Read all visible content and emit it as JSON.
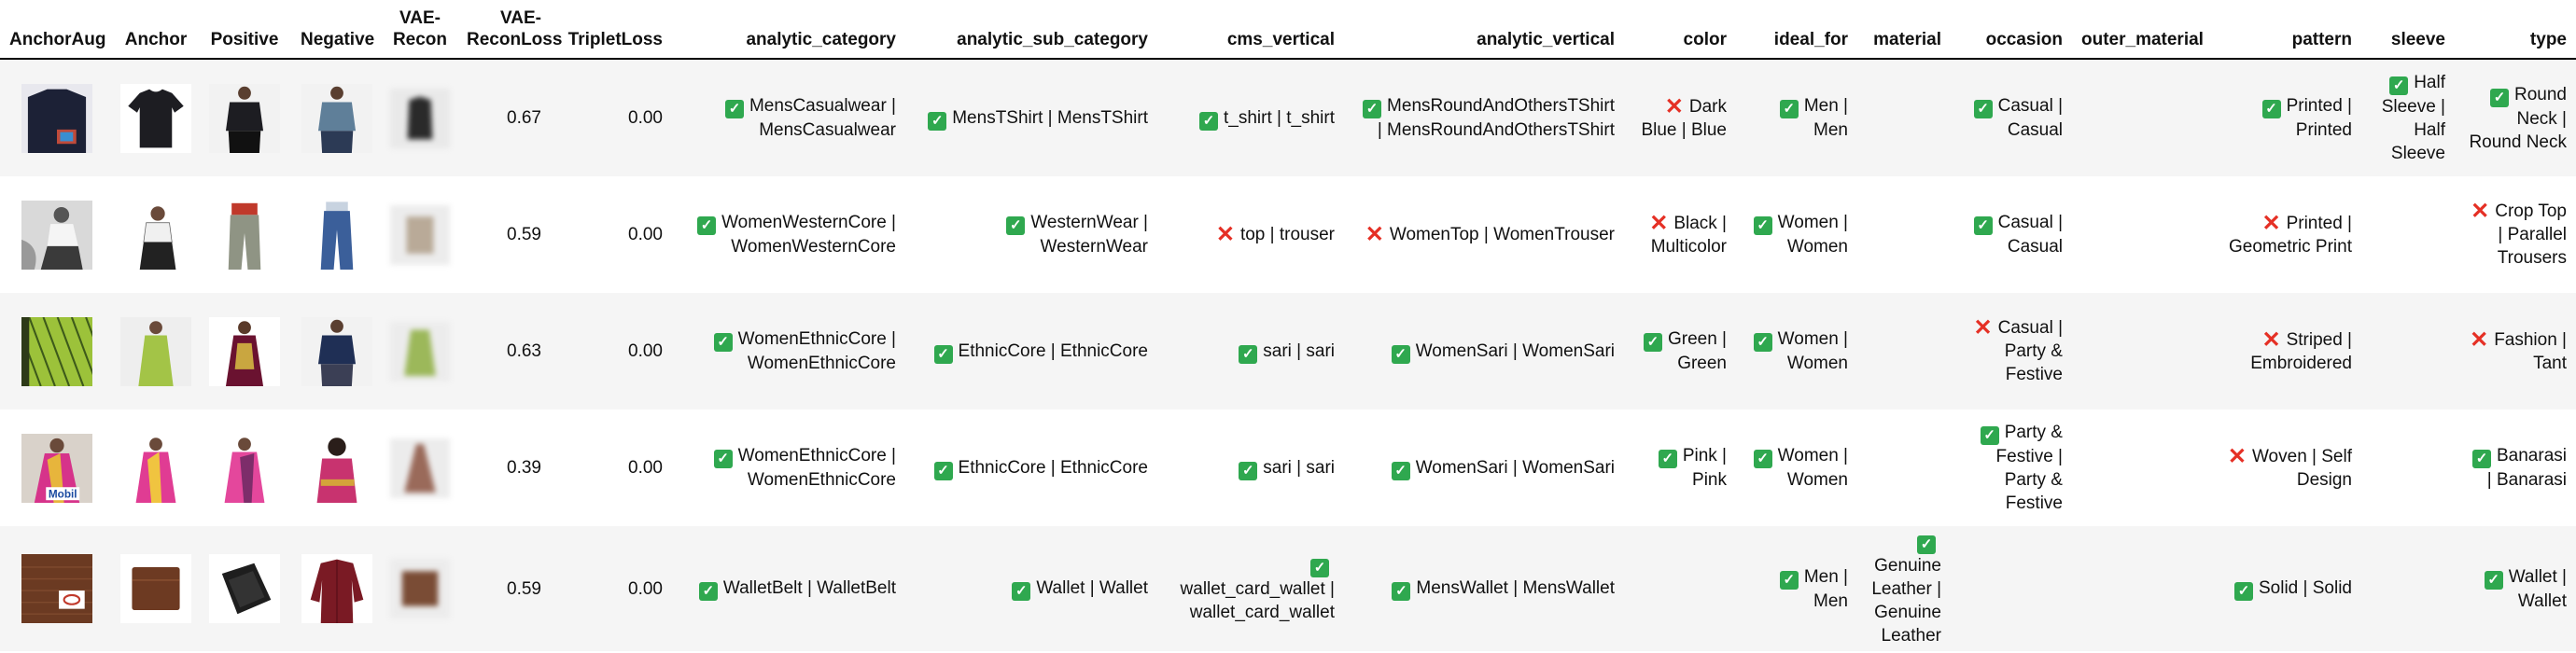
{
  "headers": [
    "AnchorAug",
    "Anchor",
    "Positive",
    "Negative",
    "VAE-Recon",
    "VAE-ReconLoss",
    "TripletLoss",
    "analytic_category",
    "analytic_sub_category",
    "cms_vertical",
    "analytic_vertical",
    "color",
    "ideal_for",
    "material",
    "occasion",
    "outer_material",
    "pattern",
    "sleeve",
    "type"
  ],
  "header_lines": {
    "vae_recon": [
      "VAE-",
      "Recon"
    ],
    "vae_recon_loss": [
      "VAE-",
      "ReconLoss"
    ]
  },
  "rows": [
    {
      "images": {
        "anchor_aug": "black-tshirt-closeup",
        "anchor": "black-tshirt",
        "positive": "black-tshirt-model",
        "negative": "gray-tshirt-model",
        "recon": "dark-tshirt-blurred"
      },
      "recon_loss": "0.67",
      "triplet_loss": "0.00",
      "analytic_category": {
        "ok": true,
        "text": "MensCasualwear | MensCasualwear"
      },
      "analytic_sub_category": {
        "ok": true,
        "text": "MensTShirt | MensTShirt"
      },
      "cms_vertical": {
        "ok": true,
        "text": "t_shirt | t_shirt"
      },
      "analytic_vertical": {
        "ok": true,
        "text": "MensRoundAndOthersTShirt | MensRoundAndOthersTShirt"
      },
      "color": {
        "ok": false,
        "text": "Dark Blue | Blue"
      },
      "ideal_for": {
        "ok": true,
        "text": "Men | Men"
      },
      "material": null,
      "occasion": {
        "ok": true,
        "text": "Casual | Casual"
      },
      "outer_material": null,
      "pattern": {
        "ok": true,
        "text": "Printed | Printed"
      },
      "sleeve": {
        "ok": true,
        "text": "Half Sleeve | Half Sleeve"
      },
      "type": {
        "ok": true,
        "text": "Round Neck | Round Neck"
      }
    },
    {
      "images": {
        "anchor_aug": "woman-bw-top",
        "anchor": "woman-top",
        "positive": "trousers",
        "negative": "jeans",
        "recon": "beige-blurred"
      },
      "recon_loss": "0.59",
      "triplet_loss": "0.00",
      "analytic_category": {
        "ok": true,
        "text": "WomenWesternCore | WomenWesternCore"
      },
      "analytic_sub_category": {
        "ok": true,
        "text": "WesternWear | WesternWear"
      },
      "cms_vertical": {
        "ok": false,
        "text": "top | trouser"
      },
      "analytic_vertical": {
        "ok": false,
        "text": "WomenTop | WomenTrouser"
      },
      "color": {
        "ok": false,
        "text": "Black | Multicolor"
      },
      "ideal_for": {
        "ok": true,
        "text": "Women | Women"
      },
      "material": null,
      "occasion": {
        "ok": true,
        "text": "Casual | Casual"
      },
      "outer_material": null,
      "pattern": {
        "ok": false,
        "text": "Printed | Geometric Print"
      },
      "sleeve": null,
      "type": {
        "ok": false,
        "text": "Crop Top | Parallel Trousers"
      }
    },
    {
      "images": {
        "anchor_aug": "green-sari-fabric",
        "anchor": "green-sari",
        "positive": "maroon-sari",
        "negative": "navy-tshirt-model",
        "recon": "green-sari-blurred"
      },
      "recon_loss": "0.63",
      "triplet_loss": "0.00",
      "analytic_category": {
        "ok": true,
        "text": "WomenEthnicCore | WomenEthnicCore"
      },
      "analytic_sub_category": {
        "ok": true,
        "text": "EthnicCore | EthnicCore"
      },
      "cms_vertical": {
        "ok": true,
        "text": "sari | sari"
      },
      "analytic_vertical": {
        "ok": true,
        "text": "WomenSari | WomenSari"
      },
      "color": {
        "ok": true,
        "text": "Green | Green"
      },
      "ideal_for": {
        "ok": true,
        "text": "Women | Women"
      },
      "material": null,
      "occasion": {
        "ok": false,
        "text": "Casual | Party & Festive"
      },
      "outer_material": null,
      "pattern": {
        "ok": false,
        "text": "Striped | Embroidered"
      },
      "sleeve": null,
      "type": {
        "ok": false,
        "text": "Fashion | Tant"
      }
    },
    {
      "images": {
        "anchor_aug": "pink-sari-model-mobil",
        "anchor": "pink-sari",
        "positive": "pink-sari-2",
        "negative": "pink-blouse-model",
        "recon": "brown-sari-blurred"
      },
      "recon_loss": "0.39",
      "triplet_loss": "0.00",
      "logo_text": "Mobil",
      "analytic_category": {
        "ok": true,
        "text": "WomenEthnicCore | WomenEthnicCore"
      },
      "analytic_sub_category": {
        "ok": true,
        "text": "EthnicCore | EthnicCore"
      },
      "cms_vertical": {
        "ok": true,
        "text": "sari | sari"
      },
      "analytic_vertical": {
        "ok": true,
        "text": "WomenSari | WomenSari"
      },
      "color": {
        "ok": true,
        "text": "Pink | Pink"
      },
      "ideal_for": {
        "ok": true,
        "text": "Women | Women"
      },
      "material": null,
      "occasion": {
        "ok": true,
        "text": "Party & Festive | Party & Festive"
      },
      "outer_material": null,
      "pattern": {
        "ok": false,
        "text": "Woven | Self Design"
      },
      "sleeve": null,
      "type": {
        "ok": true,
        "text": "Banarasi | Banarasi"
      }
    },
    {
      "images": {
        "anchor_aug": "brown-wallet-closeup",
        "anchor": "brown-wallet",
        "positive": "black-wallet",
        "negative": "maroon-shirt",
        "recon": "brown-wallet-blurred"
      },
      "recon_loss": "0.59",
      "triplet_loss": "0.00",
      "analytic_category": {
        "ok": true,
        "text": "WalletBelt | WalletBelt"
      },
      "analytic_sub_category": {
        "ok": true,
        "text": "Wallet | Wallet"
      },
      "cms_vertical": {
        "ok": true,
        "text": "wallet_card_wallet | wallet_card_wallet"
      },
      "analytic_vertical": {
        "ok": true,
        "text": "MensWallet | MensWallet"
      },
      "color": null,
      "ideal_for": {
        "ok": true,
        "text": "Men | Men"
      },
      "material": {
        "ok": true,
        "text": "Genuine Leather | Genuine Leather"
      },
      "occasion": null,
      "outer_material": null,
      "pattern": {
        "ok": true,
        "text": "Solid | Solid"
      },
      "sleeve": null,
      "type": {
        "ok": true,
        "text": "Wallet | Wallet"
      }
    }
  ],
  "colors": {
    "ok": "#2fa84f",
    "no": "#e53025",
    "stripe": "#f5f5f5"
  }
}
